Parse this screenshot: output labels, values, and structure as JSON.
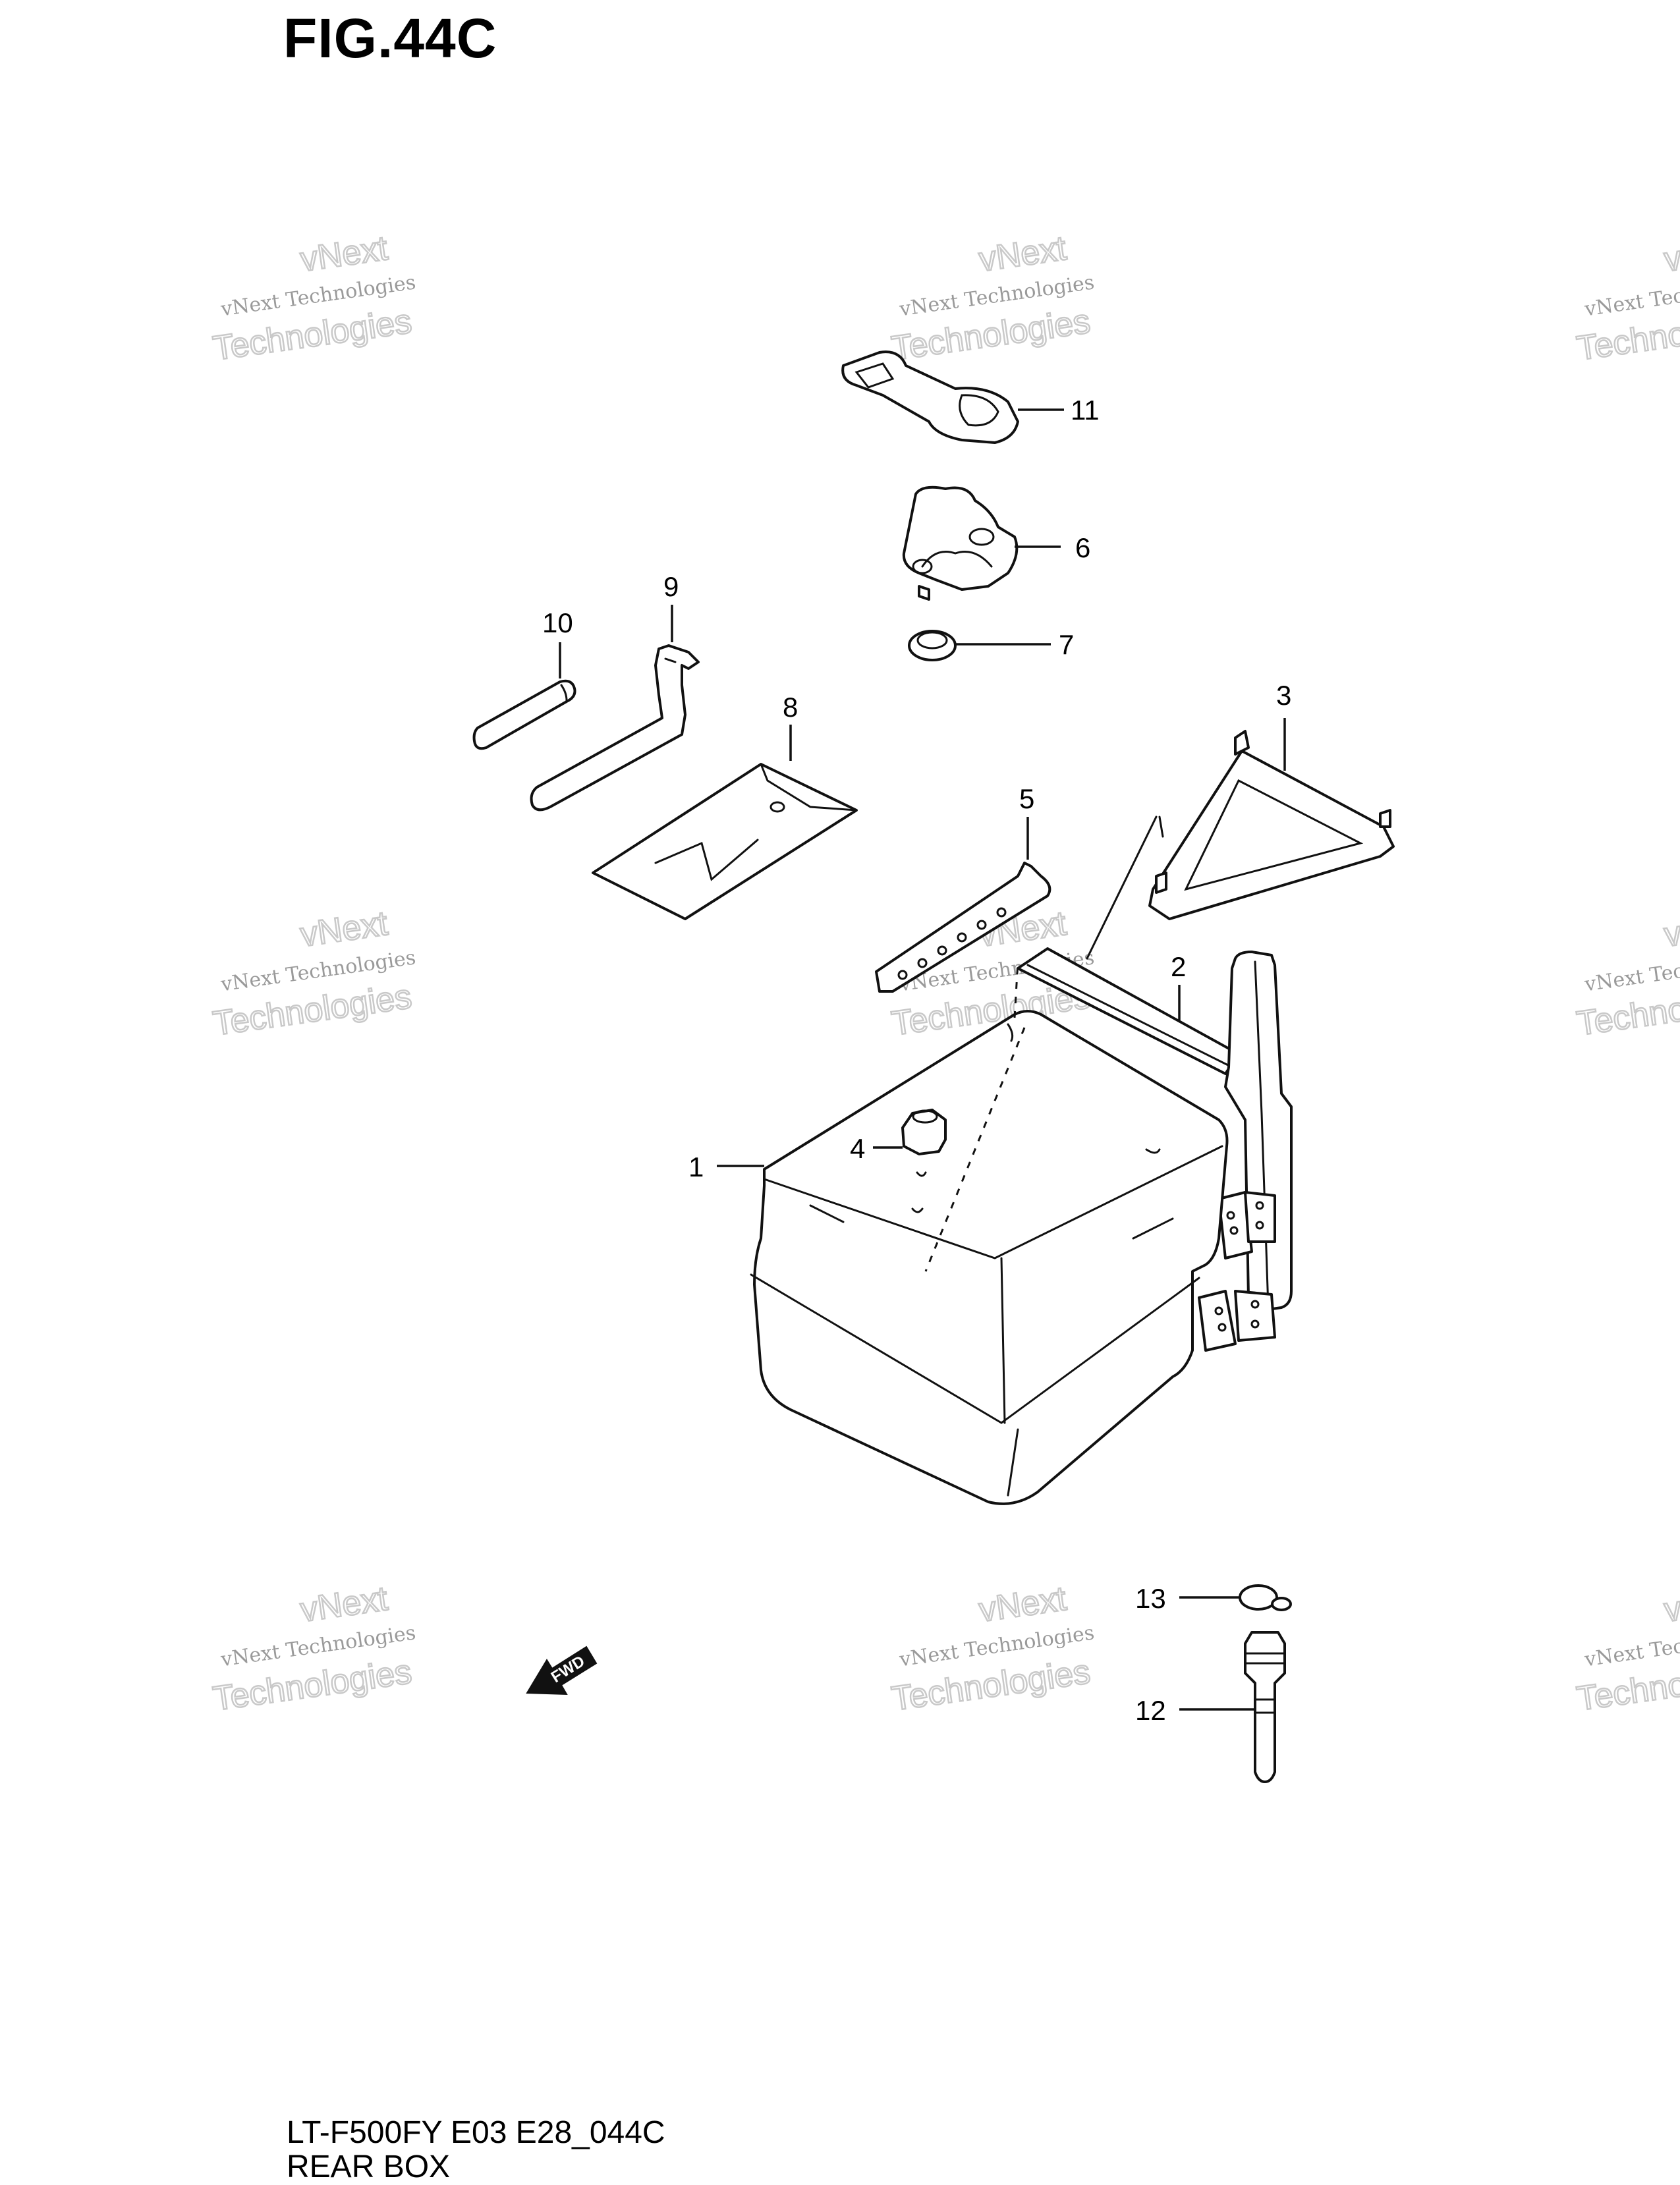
{
  "figure": {
    "title": "FIG.44C"
  },
  "footer": {
    "model_code": "LT-F500FY E03 E28_044C",
    "section_name": "REAR BOX"
  },
  "watermark": {
    "line1": "vNext Technologies",
    "line2": "vNext",
    "line3": "Technologies"
  },
  "direction_arrow": {
    "label": "FWD"
  },
  "callouts": [
    {
      "id": "c1",
      "label": "1",
      "part": "rear-box"
    },
    {
      "id": "c2",
      "label": "2",
      "part": "frame-bar"
    },
    {
      "id": "c3",
      "label": "3",
      "part": "triangle-bracket"
    },
    {
      "id": "c4",
      "label": "4",
      "part": "cap-nut"
    },
    {
      "id": "c5",
      "label": "5",
      "part": "side-plate"
    },
    {
      "id": "c6",
      "label": "6",
      "part": "latch-hook"
    },
    {
      "id": "c7",
      "label": "7",
      "part": "grommet"
    },
    {
      "id": "c8",
      "label": "8",
      "part": "pad"
    },
    {
      "id": "c9",
      "label": "9",
      "part": "wrench"
    },
    {
      "id": "c10",
      "label": "10",
      "part": "pin"
    },
    {
      "id": "c11",
      "label": "11",
      "part": "rubber-strap"
    },
    {
      "id": "c12",
      "label": "12",
      "part": "bolt"
    },
    {
      "id": "c13",
      "label": "13",
      "part": "washer"
    }
  ]
}
